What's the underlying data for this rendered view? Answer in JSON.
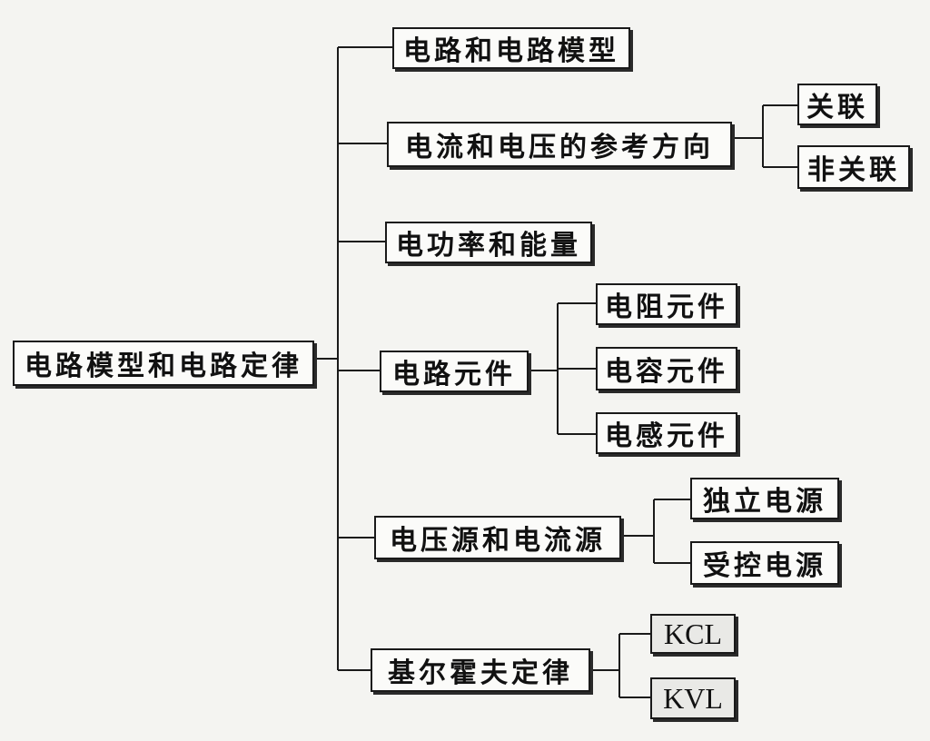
{
  "root": {
    "label": "电路模型和电路定律"
  },
  "branches": [
    {
      "label": "电路和电路模型"
    },
    {
      "label": "电流和电压的参考方向",
      "children": [
        "关联",
        "非关联"
      ]
    },
    {
      "label": "电功率和能量"
    },
    {
      "label": "电路元件",
      "children": [
        "电阻元件",
        "电容元件",
        "电感元件"
      ]
    },
    {
      "label": "电压源和电流源",
      "children": [
        "独立电源",
        "受控电源"
      ]
    },
    {
      "label": "基尔霍夫定律",
      "children": [
        "KCL",
        "KVL"
      ]
    }
  ]
}
